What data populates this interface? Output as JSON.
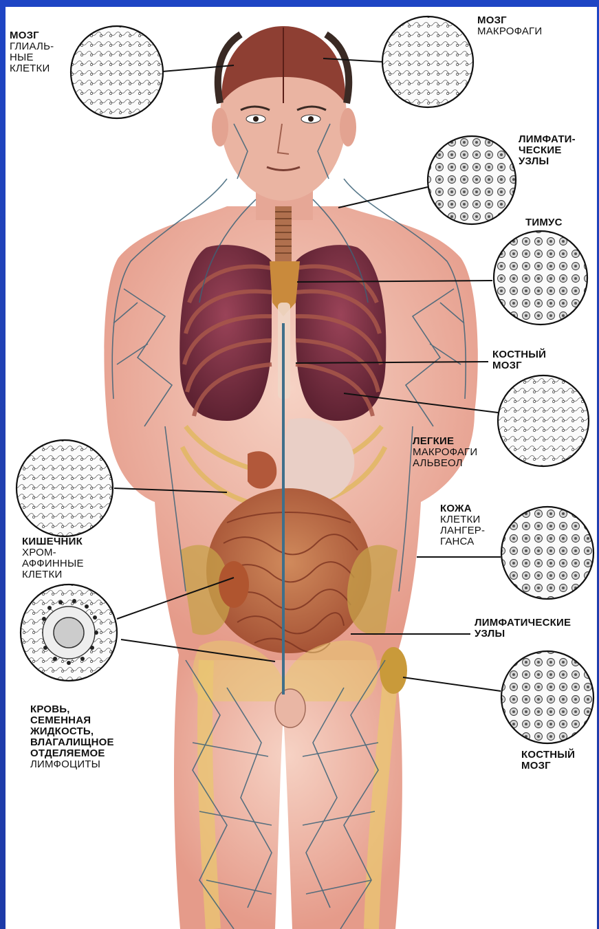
{
  "colors": {
    "background_blue": "#2140b0",
    "paper": "#ffffff",
    "skin": "#efb9a8",
    "organ_red": "#9c4a3c",
    "lung": "#7b2f3e",
    "lymph_vessel": "#4a6a78",
    "bone": "#e9c770",
    "leader_line": "#111111"
  },
  "labels": {
    "brain_glial": {
      "title": "МОЗГ",
      "body": "ГЛИАЛЬ-\nНЫЕ\nКЛЕТКИ"
    },
    "brain_macro": {
      "title": "МОЗГ",
      "body": "МАКРОФАГИ"
    },
    "lymph_nodes_top": {
      "title": "ЛИМФАТИ-\nЧЕСКИЕ\nУЗЛЫ",
      "body": ""
    },
    "thymus": {
      "title": "ТИМУС",
      "body": ""
    },
    "bone_marrow_top": {
      "title": "КОСТНЫЙ\nМОЗГ",
      "body": ""
    },
    "lungs": {
      "title": "ЛЕГКИЕ",
      "body": "МАКРОФАГИ\nАЛЬВЕОЛ"
    },
    "intestine": {
      "title": "КИШЕЧНИК",
      "body": "ХРОМ-\nАФФИННЫЕ\nКЛЕТКИ"
    },
    "skin": {
      "title": "КОЖА",
      "body": "КЛЕТКИ\nЛАНГЕР-\nГАНСА"
    },
    "lymph_nodes_bottom": {
      "title": "ЛИМФАТИЧЕСКИЕ\nУЗЛЫ",
      "body": ""
    },
    "blood": {
      "title": "КРОВЬ,\nСЕМЕННАЯ\nЖИДКОСТЬ,\nВЛАГАЛИЩНОЕ\nОТДЕЛЯЕМОЕ",
      "body": "ЛИМФОЦИТЫ"
    },
    "bone_marrow_bottom": {
      "title": "КОСТНЫЙ\nМОЗГ",
      "body": ""
    }
  }
}
